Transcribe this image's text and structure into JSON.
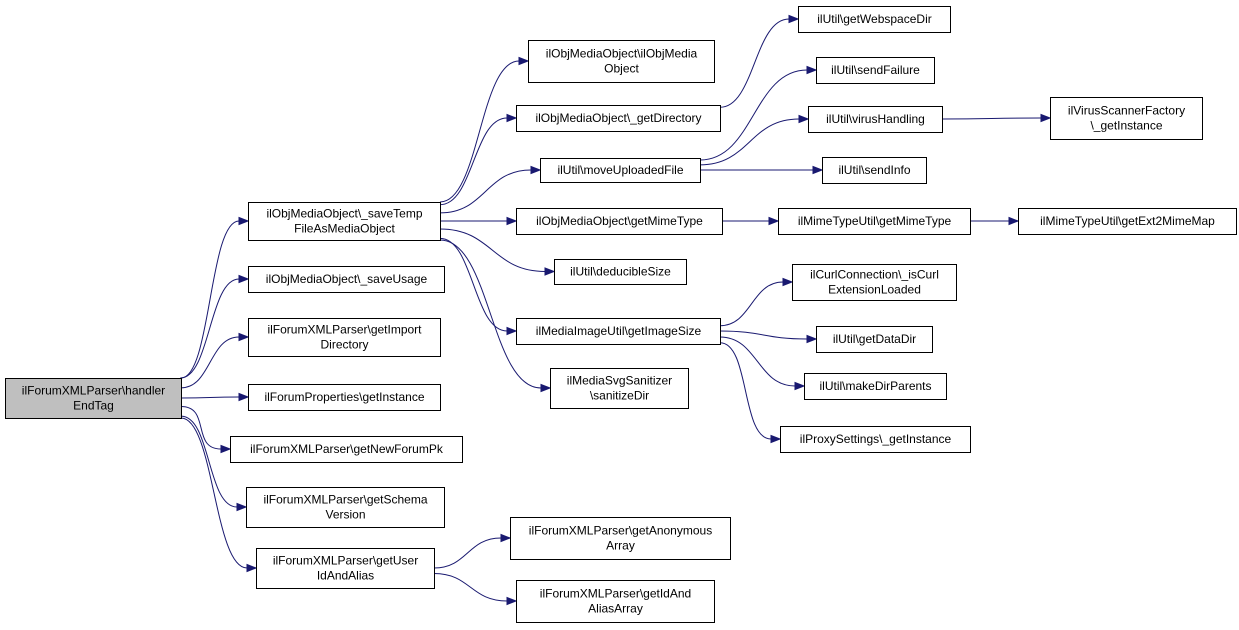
{
  "nodes": [
    {
      "id": "root",
      "lines": [
        "ilForumXMLParser\\handler",
        "EndTag"
      ],
      "root": true
    },
    {
      "id": "saveTemp",
      "lines": [
        "ilObjMediaObject\\_saveTemp",
        "FileAsMediaObject"
      ]
    },
    {
      "id": "saveUsage",
      "lines": [
        "ilObjMediaObject\\_saveUsage"
      ]
    },
    {
      "id": "getImportDir",
      "lines": [
        "ilForumXMLParser\\getImport",
        "Directory"
      ]
    },
    {
      "id": "forumProps",
      "lines": [
        "ilForumProperties\\getInstance"
      ]
    },
    {
      "id": "newForumPk",
      "lines": [
        "ilForumXMLParser\\getNewForumPk"
      ]
    },
    {
      "id": "schemaVersion",
      "lines": [
        "ilForumXMLParser\\getSchema",
        "Version"
      ]
    },
    {
      "id": "userIdAlias",
      "lines": [
        "ilForumXMLParser\\getUser",
        "IdAndAlias"
      ]
    },
    {
      "id": "ctor",
      "lines": [
        "ilObjMediaObject\\ilObjMedia",
        "Object"
      ]
    },
    {
      "id": "getDirectory",
      "lines": [
        "ilObjMediaObject\\_getDirectory"
      ]
    },
    {
      "id": "moveUploaded",
      "lines": [
        "ilUtil\\moveUploadedFile"
      ]
    },
    {
      "id": "getMimeType",
      "lines": [
        "ilObjMediaObject\\getMimeType"
      ]
    },
    {
      "id": "deducibleSize",
      "lines": [
        "ilUtil\\deducibleSize"
      ]
    },
    {
      "id": "getImageSize",
      "lines": [
        "ilMediaImageUtil\\getImageSize"
      ]
    },
    {
      "id": "svgSanitizer",
      "lines": [
        "ilMediaSvgSanitizer",
        "\\sanitizeDir"
      ]
    },
    {
      "id": "anonArray",
      "lines": [
        "ilForumXMLParser\\getAnonymous",
        "Array"
      ]
    },
    {
      "id": "idAliasArray",
      "lines": [
        "ilForumXMLParser\\getIdAnd",
        "AliasArray"
      ]
    },
    {
      "id": "webspaceDir",
      "lines": [
        "ilUtil\\getWebspaceDir"
      ]
    },
    {
      "id": "sendFailure",
      "lines": [
        "ilUtil\\sendFailure"
      ]
    },
    {
      "id": "virusHandling",
      "lines": [
        "ilUtil\\virusHandling"
      ]
    },
    {
      "id": "sendInfo",
      "lines": [
        "ilUtil\\sendInfo"
      ]
    },
    {
      "id": "mimeTypeUtil",
      "lines": [
        "ilMimeTypeUtil\\getMimeType"
      ]
    },
    {
      "id": "curl",
      "lines": [
        "ilCurlConnection\\_isCurl",
        "ExtensionLoaded"
      ]
    },
    {
      "id": "dataDir",
      "lines": [
        "ilUtil\\getDataDir"
      ]
    },
    {
      "id": "makeDirParents",
      "lines": [
        "ilUtil\\makeDirParents"
      ]
    },
    {
      "id": "proxy",
      "lines": [
        "ilProxySettings\\_getInstance"
      ]
    },
    {
      "id": "virusScanner",
      "lines": [
        "ilVirusScannerFactory",
        "\\_getInstance"
      ]
    },
    {
      "id": "ext2mime",
      "lines": [
        "ilMimeTypeUtil\\getExt2MimeMap"
      ]
    }
  ],
  "edges": [
    [
      "root",
      "saveTemp"
    ],
    [
      "root",
      "saveUsage"
    ],
    [
      "root",
      "getImportDir"
    ],
    [
      "root",
      "forumProps"
    ],
    [
      "root",
      "newForumPk"
    ],
    [
      "root",
      "schemaVersion"
    ],
    [
      "root",
      "userIdAlias"
    ],
    [
      "saveTemp",
      "ctor"
    ],
    [
      "saveTemp",
      "getDirectory"
    ],
    [
      "saveTemp",
      "moveUploaded"
    ],
    [
      "saveTemp",
      "getMimeType"
    ],
    [
      "saveTemp",
      "deducibleSize"
    ],
    [
      "saveTemp",
      "getImageSize"
    ],
    [
      "saveTemp",
      "svgSanitizer"
    ],
    [
      "userIdAlias",
      "anonArray"
    ],
    [
      "userIdAlias",
      "idAliasArray"
    ],
    [
      "getDirectory",
      "webspaceDir"
    ],
    [
      "moveUploaded",
      "sendFailure"
    ],
    [
      "moveUploaded",
      "virusHandling"
    ],
    [
      "moveUploaded",
      "sendInfo"
    ],
    [
      "getMimeType",
      "mimeTypeUtil"
    ],
    [
      "getImageSize",
      "curl"
    ],
    [
      "getImageSize",
      "dataDir"
    ],
    [
      "getImageSize",
      "makeDirParents"
    ],
    [
      "getImageSize",
      "proxy"
    ],
    [
      "virusHandling",
      "virusScanner"
    ],
    [
      "mimeTypeUtil",
      "ext2mime"
    ]
  ]
}
